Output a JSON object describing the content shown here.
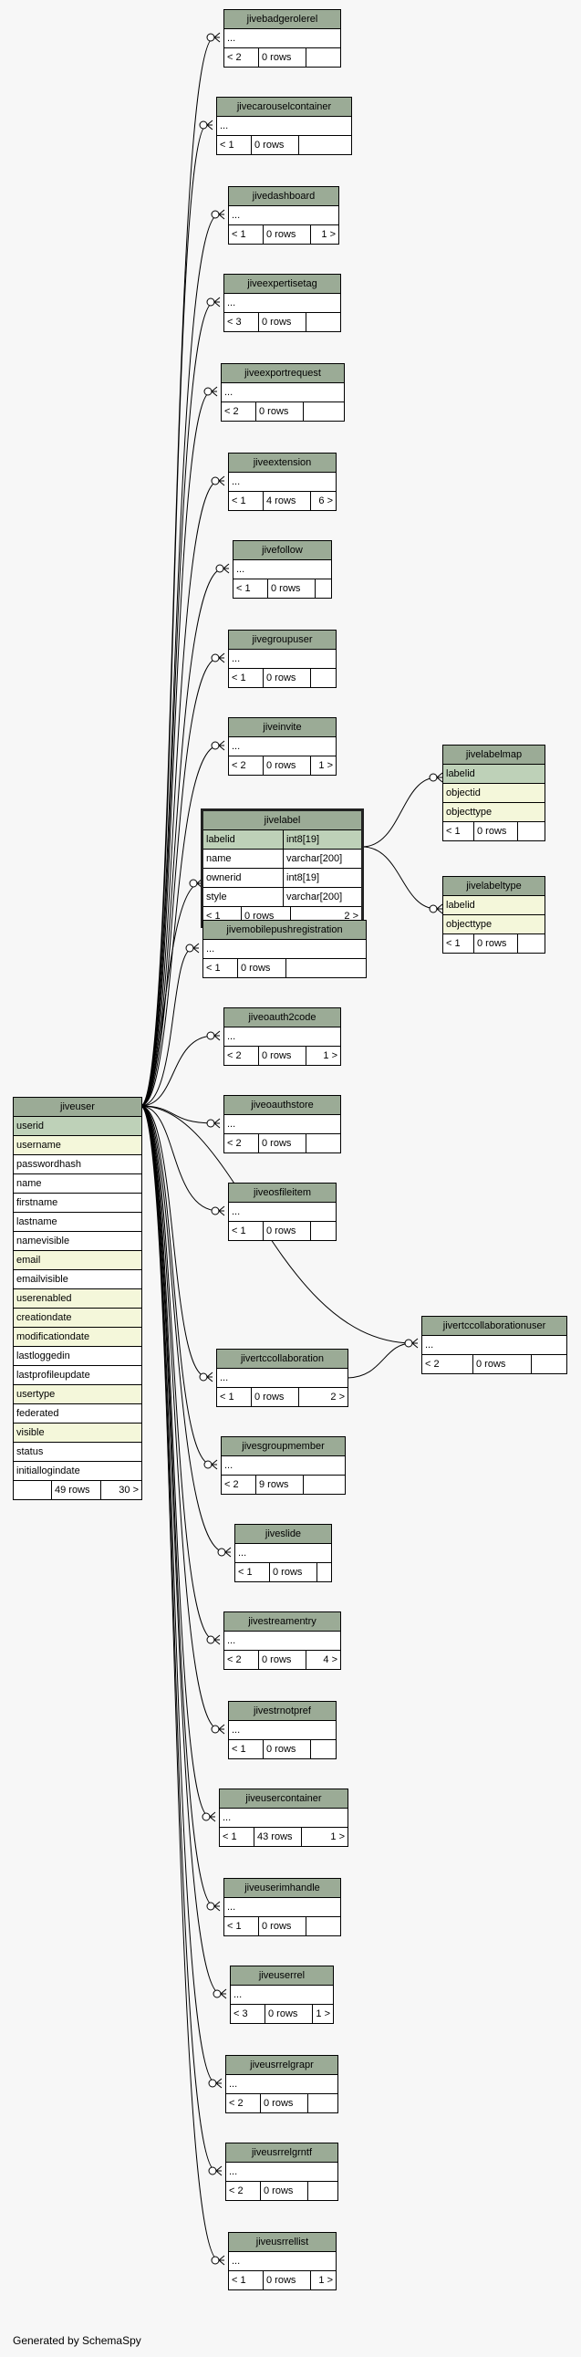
{
  "footer": "Generated by SchemaSpy",
  "colors": {
    "header": "#9bab96",
    "primary_key": "#bed1b8",
    "indexed": "#f4f7da",
    "edge": "#000000"
  },
  "focus_table": {
    "name": "jivelabel",
    "columns": [
      {
        "name": "labelid",
        "type": "int8[19]"
      },
      {
        "name": "name",
        "type": "varchar[200]"
      },
      {
        "name": "ownerid",
        "type": "int8[19]"
      },
      {
        "name": "style",
        "type": "varchar[200]"
      }
    ],
    "footer": [
      "< 1",
      "0 rows",
      "2 >"
    ]
  },
  "user_table": {
    "name": "jiveuser",
    "columns": [
      "userid",
      "username",
      "passwordhash",
      "name",
      "firstname",
      "lastname",
      "namevisible",
      "email",
      "emailvisible",
      "userenabled",
      "creationdate",
      "modificationdate",
      "lastloggedin",
      "lastprofileupdate",
      "usertype",
      "federated",
      "visible",
      "status",
      "initiallogindate"
    ],
    "footer": [
      "",
      "49 rows",
      "30 >"
    ]
  },
  "label_children": [
    {
      "name": "jivelabelmap",
      "columns": [
        "labelid",
        "objectid",
        "objecttype"
      ],
      "footer": [
        "< 1",
        "0 rows",
        ""
      ]
    },
    {
      "name": "jivelabeltype",
      "columns": [
        "labelid",
        "objecttype"
      ],
      "footer": [
        "< 1",
        "0 rows",
        ""
      ]
    }
  ],
  "collab_user": {
    "name": "jivertccollaborationuser",
    "columns": [
      "..."
    ],
    "footer": [
      "< 2",
      "0 rows",
      ""
    ]
  },
  "tables": [
    {
      "name": "jivebadgerolerel",
      "footer": [
        "< 2",
        "0 rows",
        ""
      ]
    },
    {
      "name": "jivecarouselcontainer",
      "footer": [
        "< 1",
        "0 rows",
        ""
      ]
    },
    {
      "name": "jivedashboard",
      "footer": [
        "< 1",
        "0 rows",
        "1 >"
      ]
    },
    {
      "name": "jiveexpertisetag",
      "footer": [
        "< 3",
        "0 rows",
        ""
      ]
    },
    {
      "name": "jiveexportrequest",
      "footer": [
        "< 2",
        "0 rows",
        ""
      ]
    },
    {
      "name": "jiveextension",
      "footer": [
        "< 1",
        "4 rows",
        "6 >"
      ]
    },
    {
      "name": "jivefollow",
      "footer": [
        "< 1",
        "0 rows",
        ""
      ]
    },
    {
      "name": "jivegroupuser",
      "footer": [
        "< 1",
        "0 rows",
        ""
      ]
    },
    {
      "name": "jiveinvite",
      "footer": [
        "< 2",
        "0 rows",
        "1 >"
      ]
    },
    {
      "name": "jivemobilepushregistration",
      "footer": [
        "< 1",
        "0 rows",
        ""
      ]
    },
    {
      "name": "jiveoauth2code",
      "footer": [
        "< 2",
        "0 rows",
        "1 >"
      ]
    },
    {
      "name": "jiveoauthstore",
      "footer": [
        "< 2",
        "0 rows",
        ""
      ]
    },
    {
      "name": "jiveosfileitem",
      "footer": [
        "< 1",
        "0 rows",
        ""
      ]
    },
    {
      "name": "jivertccollaboration",
      "footer": [
        "< 1",
        "0 rows",
        "2 >"
      ]
    },
    {
      "name": "jivesgroupmember",
      "footer": [
        "< 2",
        "9 rows",
        ""
      ]
    },
    {
      "name": "jiveslide",
      "footer": [
        "< 1",
        "0 rows",
        ""
      ]
    },
    {
      "name": "jivestreamentry",
      "footer": [
        "< 2",
        "0 rows",
        "4 >"
      ]
    },
    {
      "name": "jivestrnotpref",
      "footer": [
        "< 1",
        "0 rows",
        ""
      ]
    },
    {
      "name": "jiveusercontainer",
      "footer": [
        "< 1",
        "43 rows",
        "1 >"
      ]
    },
    {
      "name": "jiveuserimhandle",
      "footer": [
        "< 1",
        "0 rows",
        ""
      ]
    },
    {
      "name": "jiveuserrel",
      "footer": [
        "< 3",
        "0 rows",
        "1 >"
      ]
    },
    {
      "name": "jiveusrrelgrapr",
      "footer": [
        "< 2",
        "0 rows",
        ""
      ]
    },
    {
      "name": "jiveusrrelgrntf",
      "footer": [
        "< 2",
        "0 rows",
        ""
      ]
    },
    {
      "name": "jiveusrrellist",
      "footer": [
        "< 1",
        "0 rows",
        "1 >"
      ]
    }
  ],
  "ellipsis": "..."
}
